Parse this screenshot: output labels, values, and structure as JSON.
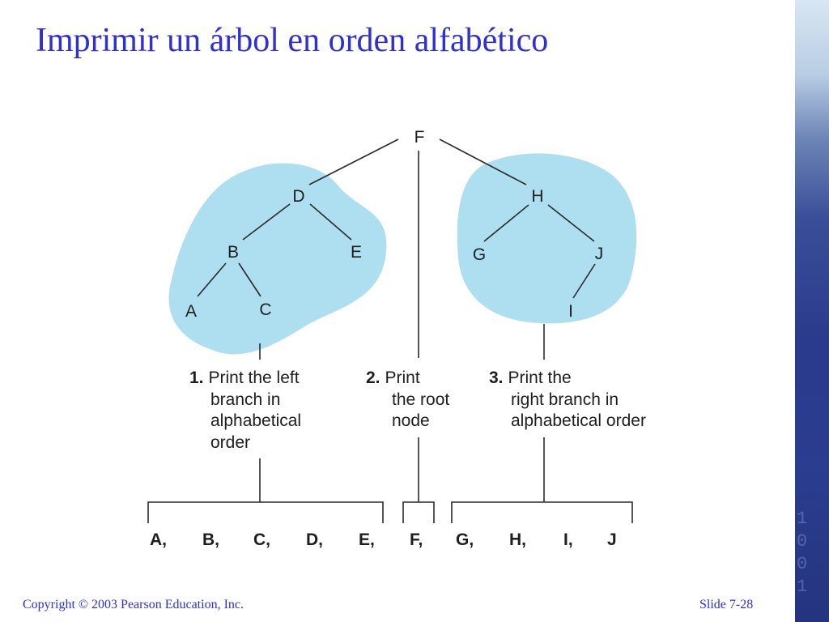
{
  "slide": {
    "title": "Imprimir un árbol en orden alfabético",
    "copyright": "Copyright © 2003 Pearson Education, Inc.",
    "slide_number": "Slide 7-28"
  },
  "tree": {
    "nodes": [
      "F",
      "D",
      "B",
      "E",
      "A",
      "C",
      "H",
      "G",
      "J",
      "I"
    ],
    "root": "F",
    "left_branch": [
      "D",
      "B",
      "E",
      "A",
      "C"
    ],
    "right_branch": [
      "H",
      "G",
      "J",
      "I"
    ]
  },
  "steps": [
    {
      "number": "1.",
      "lines": [
        "Print the left",
        "branch in",
        "alphabetical",
        "order"
      ]
    },
    {
      "number": "2.",
      "lines": [
        "Print",
        "the root",
        "node"
      ]
    },
    {
      "number": "3.",
      "lines": [
        "Print the",
        "right branch in",
        "alphabetical order"
      ]
    }
  ],
  "output_list": [
    "A,",
    "B,",
    "C,",
    "D,",
    "E,",
    "F,",
    "G,",
    "H,",
    "I,",
    "J"
  ],
  "colors": {
    "title": "#2f2fd6",
    "blob": "#aedff0",
    "line": "#2a2a2a"
  }
}
